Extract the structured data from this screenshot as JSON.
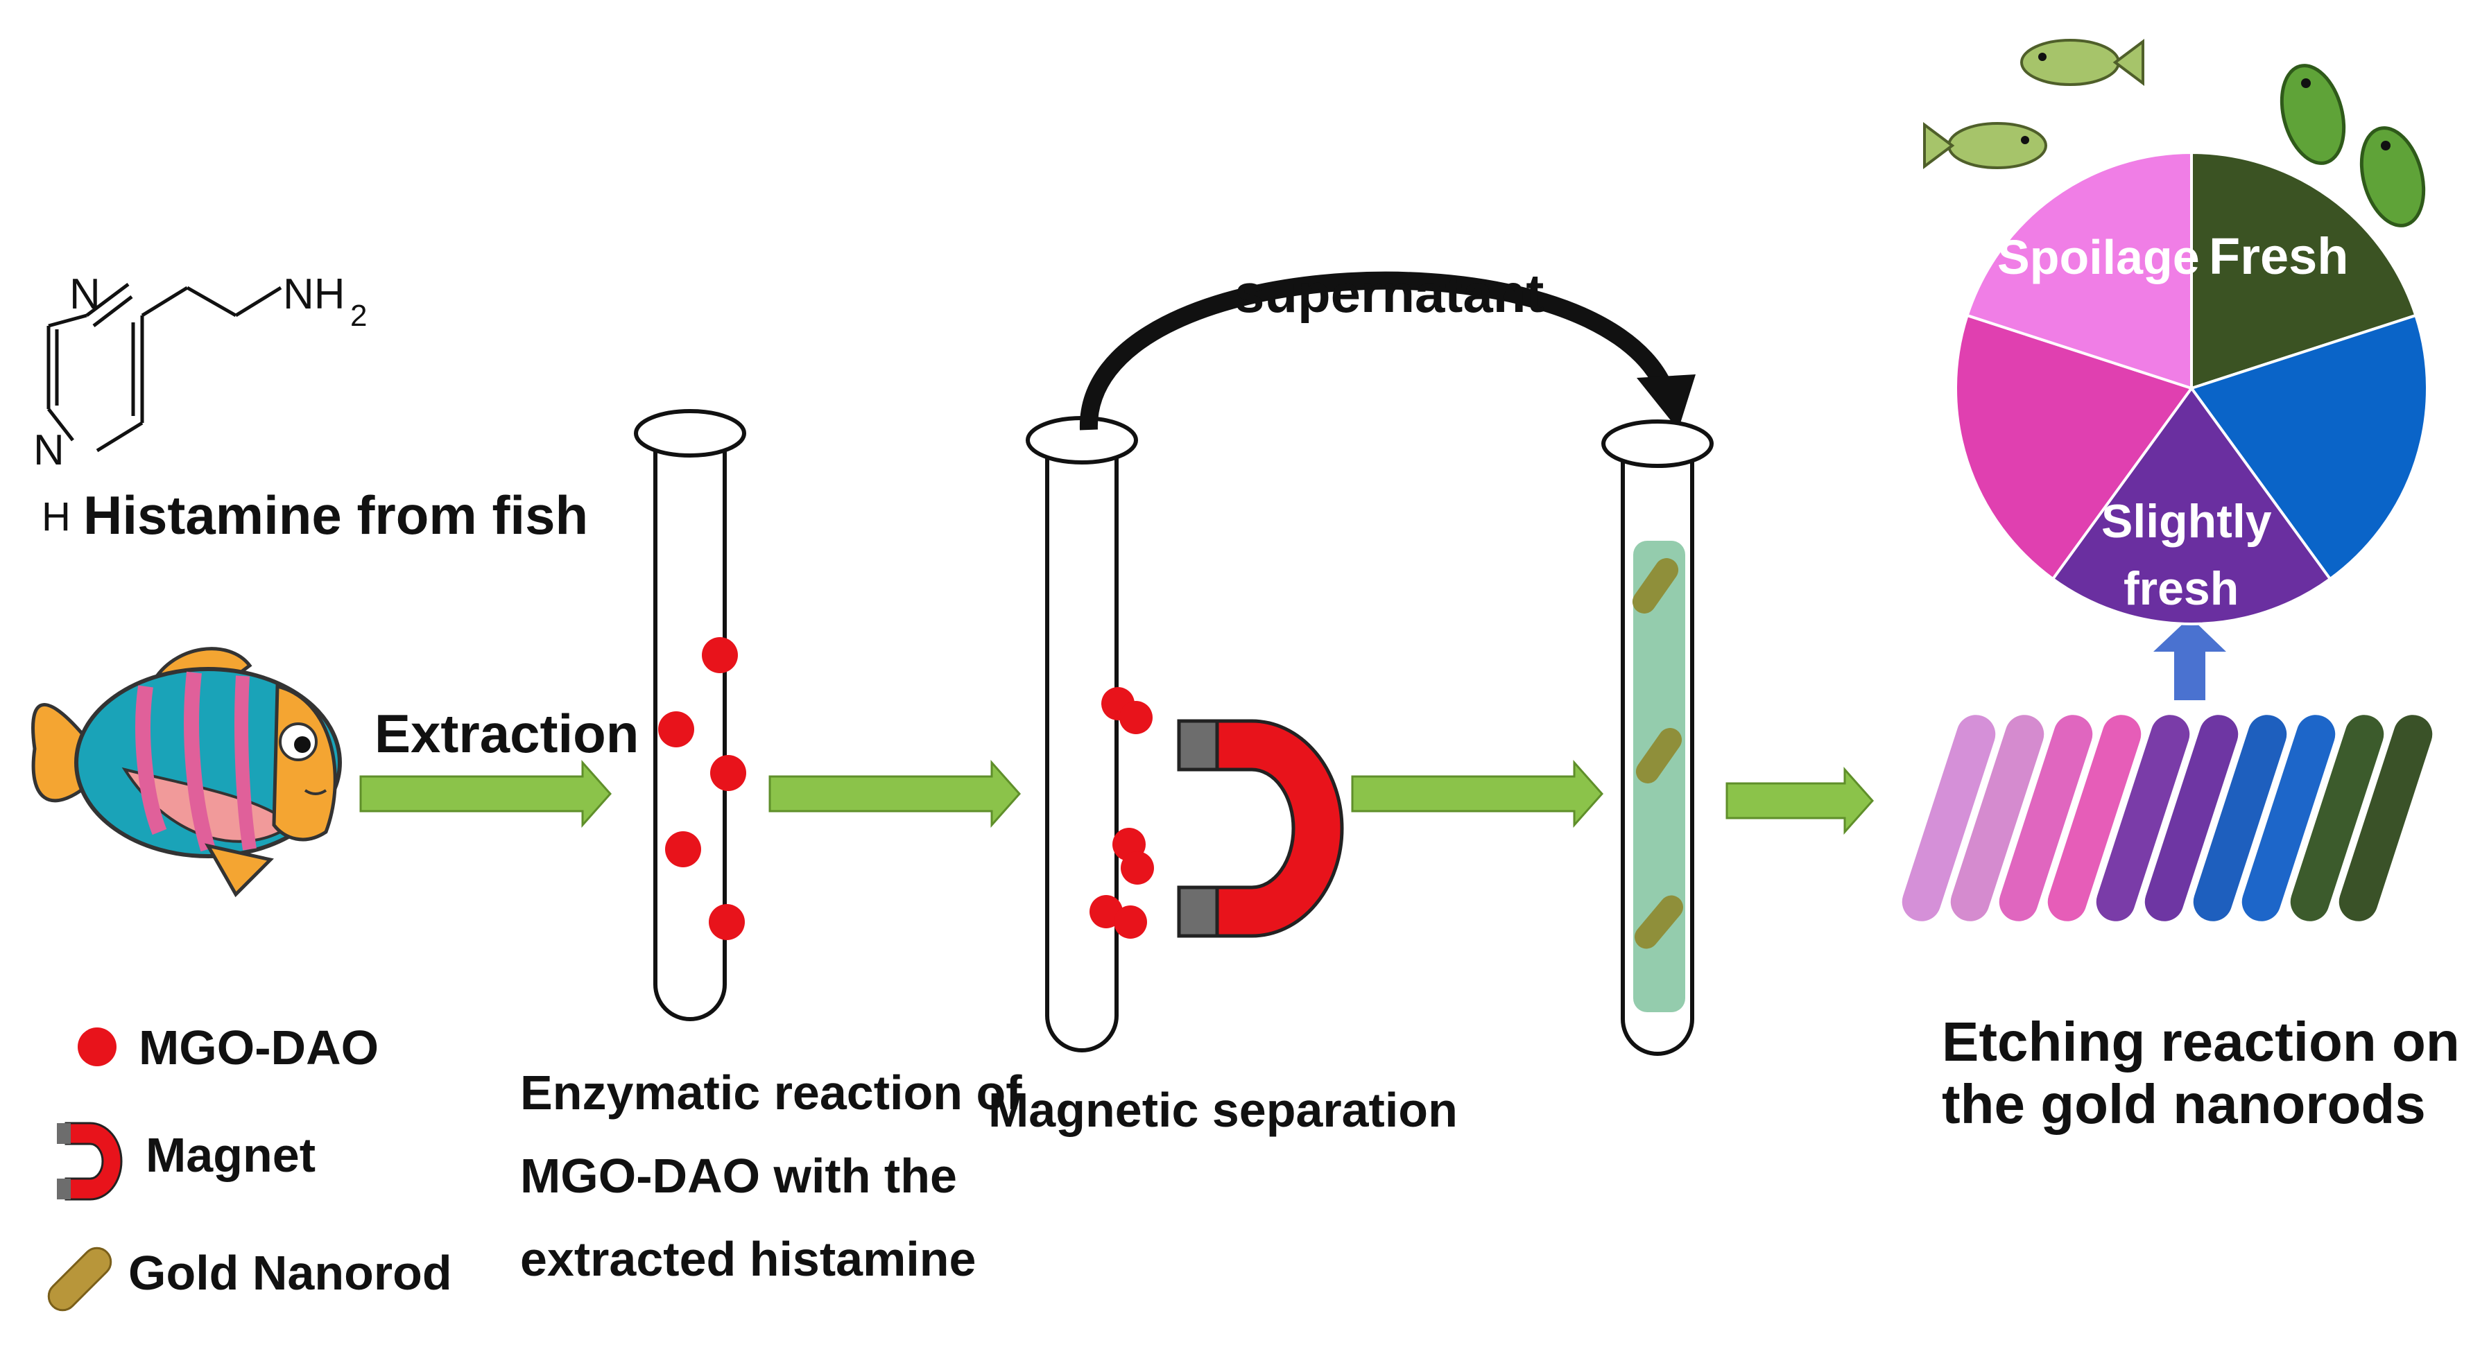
{
  "labels": {
    "histamine_nh2": "NH",
    "histamine_nh2_sub": "2",
    "histamine_n": "N",
    "histamine_nh_n": "N",
    "histamine_h": "H",
    "histamine_from_fish": "Histamine from fish",
    "extraction": "Extraction",
    "supernatant": "supernatant",
    "enzymatic_line1": "Enzymatic reaction of",
    "enzymatic_line2": "MGO-DAO with the",
    "enzymatic_line3": "extracted histamine",
    "magnetic_separation": "Magnetic separation",
    "etching_line1": "Etching reaction on",
    "etching_line2": "the gold nanorods"
  },
  "legend": {
    "items": [
      {
        "label": "MGO-DAO",
        "icon": "red-dot-icon"
      },
      {
        "label": "Magnet",
        "icon": "magnet-icon"
      },
      {
        "label": "Gold Nanorod",
        "icon": "gold-nanorod-icon"
      }
    ]
  },
  "freshness_wheel": {
    "segments": [
      {
        "label": "Fresh",
        "color": "#3b5323"
      },
      {
        "label": "",
        "color": "#0a64c8"
      },
      {
        "label": "Slightly",
        "label2": "fresh",
        "color": "#6a2fa0"
      },
      {
        "label": "",
        "color": "#e040b0"
      },
      {
        "label": "Spoilage",
        "color": "#f07ee6"
      }
    ]
  },
  "colors": {
    "arrow_green": "#8bc34a",
    "mgo_dao_red": "#e8131b",
    "magnet_red": "#e8131b",
    "magnet_gray": "#6d6d6d",
    "up_arrow_blue": "#4a72d0",
    "nanorod_gold": "#b8963a",
    "precipitate_green": "#3ca36a"
  },
  "nanorods": {
    "colors": [
      "#d590d8",
      "#d58bcf",
      "#e066bf",
      "#e65db8",
      "#7a3ca8",
      "#6e36a3",
      "#1e5fbe",
      "#1d66c9",
      "#3c5b2c",
      "#3a5228"
    ]
  }
}
